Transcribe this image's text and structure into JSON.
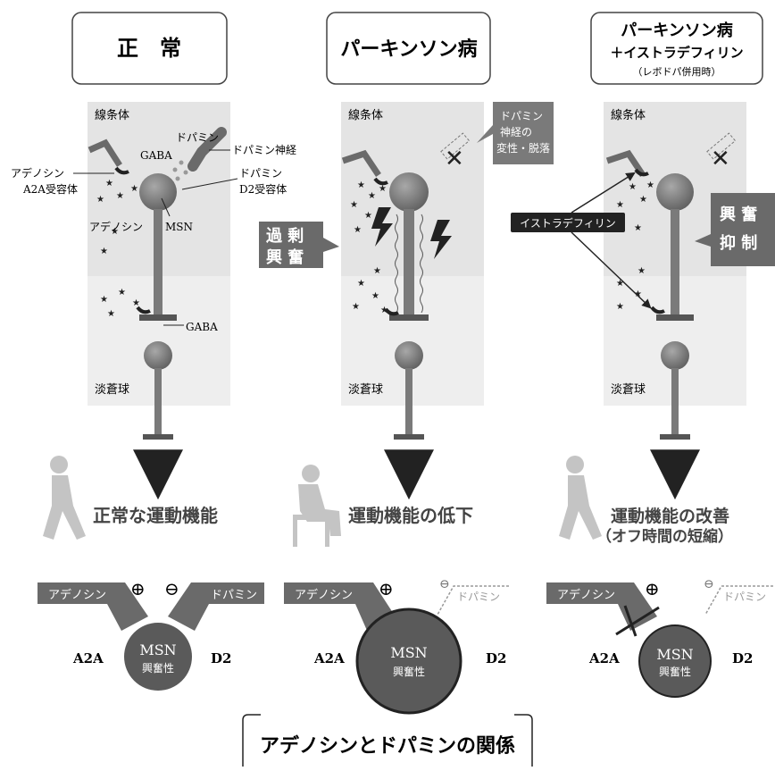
{
  "panels": [
    {
      "title_lines": [
        "正　常"
      ],
      "region_top": "線条体",
      "region_bottom": "淡蒼球",
      "outcome_lines": [
        "正常な運動機能"
      ],
      "tag_adenosine": "アデノシン",
      "tag_dopamine": "ドパミン",
      "plus": "⊕",
      "minus": "⊖",
      "receptor_left": "A2A",
      "receptor_right": "D2",
      "ball_line1": "MSN",
      "ball_line2": "興奮性"
    },
    {
      "title_lines": [
        "パーキンソン病"
      ],
      "region_top": "線条体",
      "region_bottom": "淡蒼球",
      "outcome_lines": [
        "運動機能の低下"
      ],
      "tag_adenosine": "アデノシン",
      "tag_dopamine": "ドパミン",
      "plus": "⊕",
      "minus": "⊖",
      "receptor_left": "A2A",
      "receptor_right": "D2",
      "ball_line1": "MSN",
      "ball_line2": "興奮性"
    },
    {
      "title_lines": [
        "パーキンソン病",
        "＋イストラデフィリン",
        "（レボドパ併用時）"
      ],
      "region_top": "線条体",
      "region_bottom": "淡蒼球",
      "outcome_lines": [
        "運動機能の改善",
        "（オフ時間の短縮）"
      ],
      "tag_adenosine": "アデノシン",
      "tag_dopamine": "ドパミン",
      "plus": "⊕",
      "minus": "⊖",
      "receptor_left": "A2A",
      "receptor_right": "D2",
      "ball_line1": "MSN",
      "ball_line2": "興奮性"
    }
  ],
  "labels_normal": {
    "dopamine": "ドパミン",
    "gaba_top": "GABA",
    "dopamine_nerve": "ドパミン神経",
    "adenosine_receptor_1": "アデノシン",
    "adenosine_receptor_2": "A2A受容体",
    "d2_receptor_1": "ドパミン",
    "d2_receptor_2": "D2受容体",
    "adenosine": "アデノシン",
    "msn": "MSN",
    "gaba_bottom": "GABA"
  },
  "labels_pd": {
    "nerve_loss": [
      "ドパミン",
      "神経の",
      "変性・脱落"
    ],
    "over_excitation": [
      "過 剰",
      "興 奮"
    ]
  },
  "labels_istra": {
    "drug": "イストラデフィリン",
    "suppression": [
      "興 奮",
      "抑 制"
    ]
  },
  "footer": "アデノシンとドパミンの関係",
  "colors": {
    "panel_bg": "#e4e4e4",
    "neuron": "#7a7a7a",
    "neuron_dark": "#555555",
    "arrow": "#333333",
    "figure": "#c4c4c4",
    "callout": "#6a6a6a",
    "ball": "#5a5a5a",
    "drug_tag": "#222222"
  }
}
